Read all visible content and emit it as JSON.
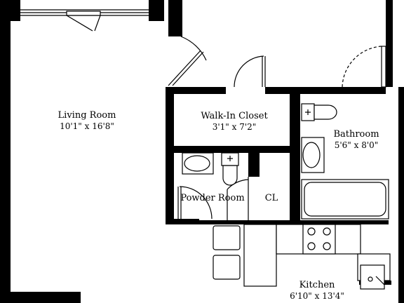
{
  "rooms": {
    "living_room": {
      "name": "Living Room",
      "dims": "10'1\" x 16'8\""
    },
    "walk_in_closet": {
      "name": "Walk-In Closet",
      "dims": "3'1\" x 7'2\""
    },
    "bathroom": {
      "name": "Bathroom",
      "dims": "5'6\" x 8'0\""
    },
    "powder_room": {
      "name": "Powder Room"
    },
    "closet": {
      "name": "CL"
    },
    "kitchen": {
      "name": "Kitchen",
      "dims": "6'10\" x 13'4\""
    }
  }
}
